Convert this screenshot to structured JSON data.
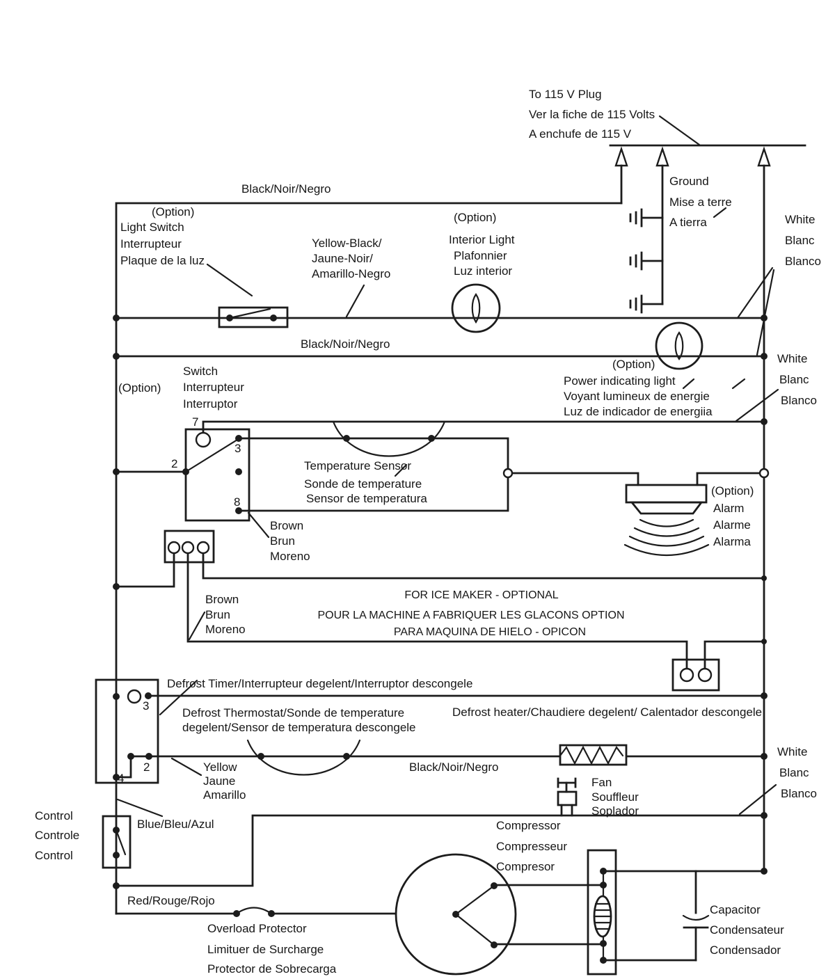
{
  "colors": {
    "ink": "#1c1c1c",
    "background": "#ffffff"
  },
  "labels": {
    "plug": [
      "To 115 V Plug",
      "Ver la fiche de 115 Volts",
      "A enchufe de 115 V"
    ],
    "wire_black_top": "Black/Noir/Negro",
    "light_switch": [
      "(Option)",
      "Light Switch",
      "Interrupteur",
      "Plaque de la luz"
    ],
    "yellow_black": [
      "Yellow-Black/",
      "Jaune-Noir/",
      "Amarillo-Negro"
    ],
    "interior_light": [
      "(Option)",
      "Interior Light",
      "Plafonnier",
      "Luz interior"
    ],
    "ground": [
      "Ground",
      "Mise a terre",
      "A tierra"
    ],
    "white_top": [
      "White",
      "Blanc",
      "Blanco"
    ],
    "wire_black_mid": "Black/Noir/Negro",
    "power_light": [
      "(Option)",
      "Power indicating light",
      "Voyant lumineux de energie",
      "Luz de indicador de energiia"
    ],
    "white_mid": [
      "White",
      "Blanc",
      "Blanco"
    ],
    "option_switch": [
      "(Option)",
      "Switch",
      "Interrupteur",
      "Interruptor"
    ],
    "switch_terminals": [
      "7",
      "3",
      "2",
      "8"
    ],
    "temp_sensor": [
      "Temperature Sensor",
      "Sonde de temperature",
      "Sensor de temperatura"
    ],
    "alarm": [
      "(Option)",
      "Alarm",
      "Alarme",
      "Alarma"
    ],
    "brown_upper": [
      "Brown",
      "Brun",
      "Moreno"
    ],
    "brown_lower": [
      "Brown",
      "Brun",
      "Moreno"
    ],
    "ice_maker": [
      "FOR ICE MAKER - OPTIONAL",
      "POUR LA MACHINE A FABRIQUER LES GLACONS OPTION",
      "PARA MAQUINA DE HIELO - OPICON"
    ],
    "defrost_timer": "Defrost Timer/Interrupteur degelent/Interruptor descongele",
    "defrost_thermostat": [
      "Defrost Thermostat/Sonde de temperature",
      "degelent/Sensor de temperatura descongele"
    ],
    "defrost_heater": "Defrost heater/Chaudiere degelent/ Calentador descongele",
    "timer_terminals": [
      "3",
      "2",
      "4"
    ],
    "yellow": [
      "Yellow",
      "Jaune",
      "Amarillo"
    ],
    "wire_black_bottom": "Black/Noir/Negro",
    "white_bottom": [
      "White",
      "Blanc",
      "Blanco"
    ],
    "fan": [
      "Fan",
      "Souffleur",
      "Soplador"
    ],
    "control": [
      "Control",
      "Controle",
      "Control"
    ],
    "blue": "Blue/Bleu/Azul",
    "red": "Red/Rouge/Rojo",
    "overload": [
      "Overload Protector",
      "Limituer de Surcharge",
      "Protector de Sobrecarga"
    ],
    "compressor": [
      "Compressor",
      "Compresseur",
      "Compresor"
    ],
    "capacitor": [
      "Capacitor",
      "Condensateur",
      "Condensador"
    ]
  }
}
